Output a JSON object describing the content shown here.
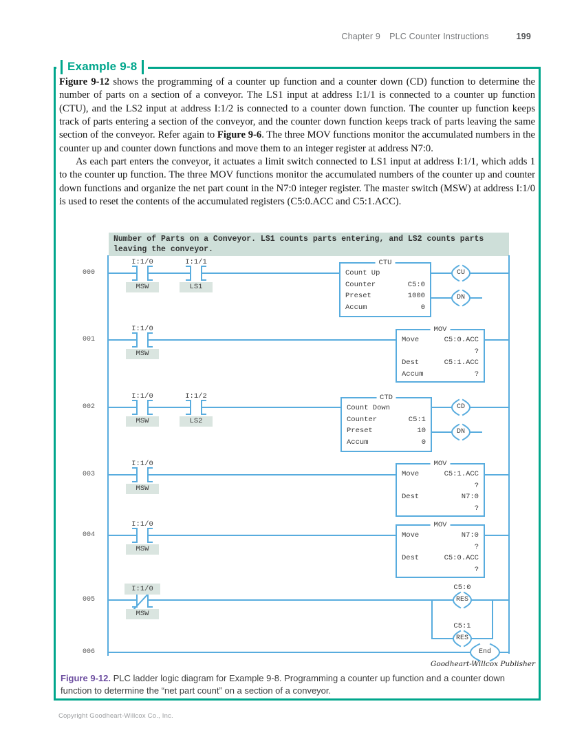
{
  "colors": {
    "accent_teal": "#00A68C",
    "caption_purple": "#6B4C9F",
    "wire_blue": "#58ACDE",
    "comment_bar_bg": "#CEDFD9",
    "label_box_bg": "#DAE5E0"
  },
  "header": {
    "chapter": "Chapter 9",
    "section": "PLC Counter Instructions",
    "page_number": "199"
  },
  "example": {
    "title": "Example 9-8",
    "p1_bold1": "Figure 9-12",
    "p1_text1": " shows the programming of a counter up function and a counter down (CD) function to determine the number of parts on a section of a conveyor. The LS1 input at address I:1/1 is connected to a counter up function (CTU), and the LS2 input at address I:1/2 is connected to a counter down function. The counter up function keeps track of parts entering a section of the conveyor, and the counter down function keeps track of parts leaving the same section of the conveyor. Refer again to ",
    "p1_bold2": "Figure 9-6",
    "p1_text2": ". The three MOV functions monitor the accumulated numbers in the counter up and counter down functions and move them to an integer register at address N7:0.",
    "p2": "As each part enters the conveyor, it actuates a limit switch connected to LS1 input at address I:1/1, which adds 1 to the counter up function. The three MOV functions monitor the accumulated numbers of the counter up and counter down functions and organize the net part count in the N7:0 integer register. The master switch (MSW) at address I:1/0 is used to reset the contents of the accumulated registers (C5:0.ACC and C5:1.ACC).",
    "caption_label": "Figure 9-12.",
    "caption_text": " PLC ladder logic diagram for Example 9-8. Programming a counter up function and a counter down function to determine the “net part count” on a section of a conveyor.",
    "credit": "Goodheart-Willcox Publisher"
  },
  "ladder": {
    "comment": "Number of Parts on a Conveyor. LS1 counts parts entering, and LS2 counts parts\nleaving the conveyor.",
    "rung_numbers": [
      "000",
      "001",
      "002",
      "003",
      "004",
      "005",
      "006"
    ],
    "r000": {
      "c1_addr": "I:1/0",
      "c1_name": "MSW",
      "c2_addr": "I:1/1",
      "c2_name": "LS1",
      "box_title": "CTU",
      "rows": [
        [
          "Count Up",
          ""
        ],
        [
          "Counter",
          "C5:0"
        ],
        [
          "Preset",
          "1000"
        ],
        [
          "Accum",
          "0"
        ]
      ],
      "coil1": "CU",
      "coil2": "DN"
    },
    "r001": {
      "c1_addr": "I:1/0",
      "c1_name": "MSW",
      "box_title": "MOV",
      "rows": [
        [
          "Move",
          "C5:0.ACC"
        ],
        [
          "",
          "?"
        ],
        [
          "Dest",
          "C5:1.ACC"
        ],
        [
          "Accum",
          "?"
        ]
      ]
    },
    "r002": {
      "c1_addr": "I:1/0",
      "c1_name": "MSW",
      "c2_addr": "I:1/2",
      "c2_name": "LS2",
      "box_title": "CTD",
      "rows": [
        [
          "Count Down",
          ""
        ],
        [
          "Counter",
          "C5:1"
        ],
        [
          "Preset",
          "10"
        ],
        [
          "Accum",
          "0"
        ]
      ],
      "coil1": "CD",
      "coil2": "DN"
    },
    "r003": {
      "c1_addr": "I:1/0",
      "c1_name": "MSW",
      "box_title": "MOV",
      "rows": [
        [
          "Move",
          "C5:1.ACC"
        ],
        [
          "",
          "?"
        ],
        [
          "Dest",
          "N7:0"
        ],
        [
          "",
          "?"
        ]
      ]
    },
    "r004": {
      "c1_addr": "I:1/0",
      "c1_name": "MSW",
      "box_title": "MOV",
      "rows": [
        [
          "Move",
          "N7:0"
        ],
        [
          "",
          "?"
        ],
        [
          "Dest",
          "C5:0.ACC"
        ],
        [
          "",
          "?"
        ]
      ]
    },
    "r005": {
      "c1_addr": "I:1/0",
      "c1_name": "MSW",
      "coil1_addr": "C5:0",
      "coil1": "RES",
      "coil2_addr": "C5:1",
      "coil2": "RES"
    },
    "r006": {
      "coil": "End"
    }
  },
  "footer": "Copyright Goodheart-Willcox Co., Inc."
}
